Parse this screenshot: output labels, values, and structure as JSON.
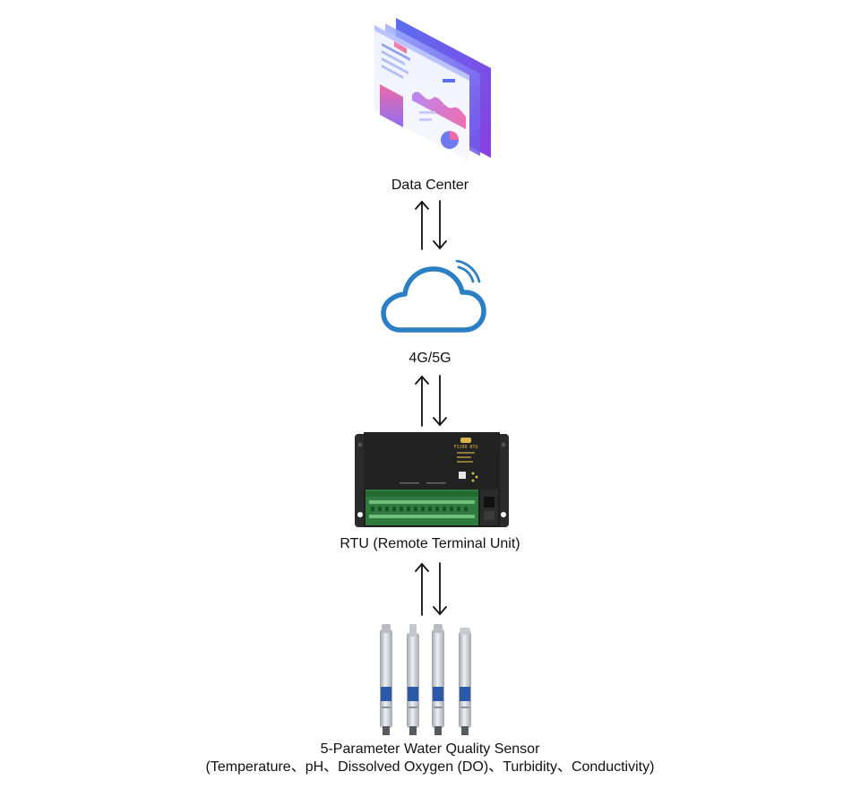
{
  "nodes": {
    "data_center": {
      "label": "Data Center"
    },
    "network": {
      "label": "4G/5G"
    },
    "rtu": {
      "label": "RTU (Remote Terminal Unit)",
      "device_text": "FS100 RTU"
    },
    "sensor": {
      "label_line1": "5-Parameter Water Quality Sensor",
      "label_line2": "(Temperature、pH、Dissolved Oxygen (DO)、Turbidity、Conductivity)"
    }
  },
  "colors": {
    "text": "#111111",
    "arrow": "#111111",
    "cloud": "#2b7fc4",
    "dashboard_blue": "#3c5ce6",
    "dashboard_purple": "#7b3fd6",
    "dashboard_pink": "#e05fa7",
    "rtu_body": "#1f1f1f",
    "rtu_terminal": "#2f7a3f",
    "sensor_steel": "#c9ccd1",
    "sensor_label": "#2b5aa8"
  },
  "icons": {
    "data_center": "dashboard-screens-icon",
    "network": "cloud-signal-icon",
    "rtu": "rtu-device-icon",
    "sensor": "water-quality-probes-icon"
  }
}
